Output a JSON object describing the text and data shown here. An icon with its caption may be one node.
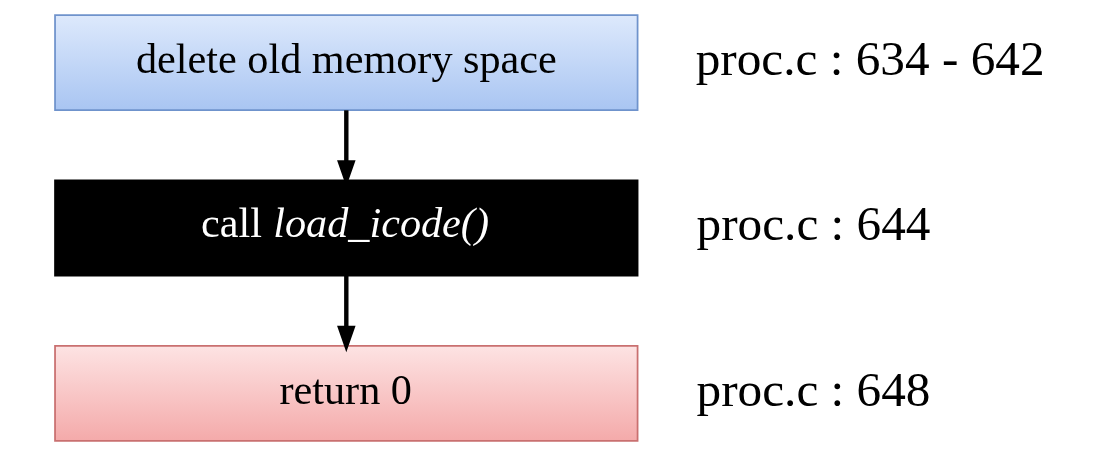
{
  "diagram": {
    "nodes": [
      {
        "text": [
          "delete old memory space"
        ],
        "beside": [
          "proc.c : 634 - 642"
        ]
      },
      {
        "text": [
          "call *load_icode()*"
        ],
        "beside": [
          "proc.c : 644"
        ]
      },
      {
        "text": [
          "return 0"
        ],
        "beside": [
          "proc.c : 648"
        ]
      }
    ],
    "edges": [
      {
        "from": 0,
        "to": 1,
        "arrow": "to"
      },
      {
        "from": 1,
        "to": 2,
        "arrow": "to"
      }
    ]
  }
}
